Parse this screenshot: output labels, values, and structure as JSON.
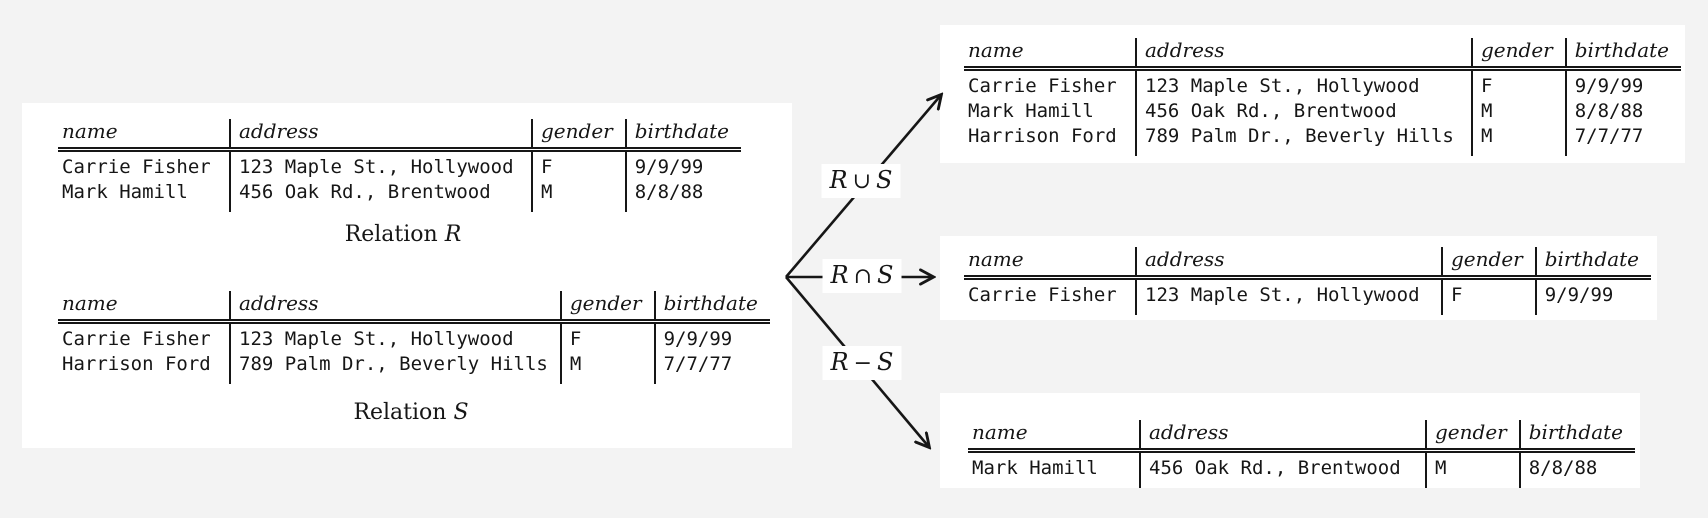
{
  "colors": {
    "background": "#f3f3f3",
    "panel": "#ffffff",
    "ink": "#161616"
  },
  "relation_r": {
    "headers": [
      "name",
      "address",
      "gender",
      "birthdate"
    ],
    "rows": [
      [
        "Carrie Fisher",
        "123 Maple St., Hollywood",
        "F",
        "9/9/99"
      ],
      [
        "Mark Hamill",
        "456 Oak Rd., Brentwood",
        "M",
        "8/8/88"
      ]
    ],
    "caption": {
      "prefix": "Relation",
      "var": "R"
    }
  },
  "relation_s": {
    "headers": [
      "name",
      "address",
      "gender",
      "birthdate"
    ],
    "rows": [
      [
        "Carrie Fisher",
        "123 Maple St., Hollywood",
        "F",
        "9/9/99"
      ],
      [
        "Harrison Ford",
        "789 Palm Dr., Beverly Hills",
        "M",
        "7/7/77"
      ]
    ],
    "caption": {
      "prefix": "Relation",
      "var": "S"
    }
  },
  "results": {
    "union": {
      "label": {
        "left": "R",
        "op": "∪",
        "right": "S"
      },
      "headers": [
        "name",
        "address",
        "gender",
        "birthdate"
      ],
      "rows": [
        [
          "Carrie Fisher",
          "123 Maple St., Hollywood",
          "F",
          "9/9/99"
        ],
        [
          "Mark Hamill",
          "456 Oak Rd., Brentwood",
          "M",
          "8/8/88"
        ],
        [
          "Harrison Ford",
          "789 Palm Dr., Beverly Hills",
          "M",
          "7/7/77"
        ]
      ]
    },
    "intersection": {
      "label": {
        "left": "R",
        "op": "∩",
        "right": "S"
      },
      "headers": [
        "name",
        "address",
        "gender",
        "birthdate"
      ],
      "rows": [
        [
          "Carrie Fisher",
          "123 Maple St., Hollywood",
          "F",
          "9/9/99"
        ]
      ]
    },
    "difference": {
      "label": {
        "left": "R",
        "op": "−",
        "right": "S"
      },
      "headers": [
        "name",
        "address",
        "gender",
        "birthdate"
      ],
      "rows": [
        [
          "Mark Hamill",
          "456 Oak Rd., Brentwood",
          "M",
          "8/8/88"
        ]
      ]
    }
  }
}
